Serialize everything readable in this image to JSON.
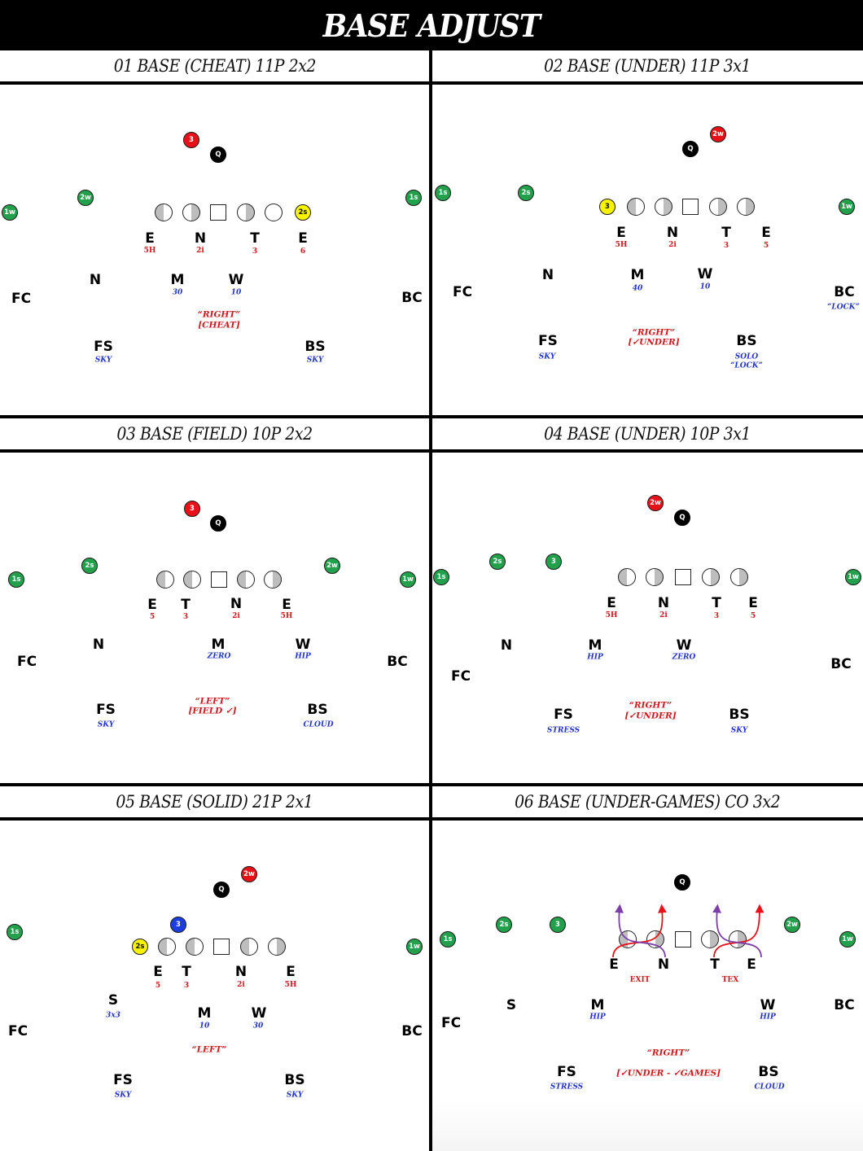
{
  "title": "BASE ADJUST",
  "colors": {
    "offense_receiver": "#22a04b",
    "highlight_red": "#e8111a",
    "highlight_yellow": "#f7f200",
    "highlight_blue": "#1c3ee0",
    "technique_text": "#d0191f",
    "assignment_text": "#2233cc",
    "stunt_purple": "#7b3fa8"
  },
  "panels": [
    {
      "id": "01",
      "header": "01 BASE (CHEAT) 11P 2x2",
      "offense": {
        "receivers": [
          {
            "label": "1w",
            "color": "green"
          },
          {
            "label": "2w",
            "color": "green"
          },
          {
            "label": "2s",
            "color": "yellow"
          },
          {
            "label": "1s",
            "color": "green"
          },
          {
            "label": "3",
            "color": "red"
          },
          {
            "label": "Q",
            "color": "black"
          }
        ]
      },
      "defense": {
        "line": [
          {
            "pos": "E",
            "tech": "5H"
          },
          {
            "pos": "N",
            "tech": "2i"
          },
          {
            "pos": "T",
            "tech": "3"
          },
          {
            "pos": "E",
            "tech": "6"
          }
        ],
        "linebackers": [
          {
            "pos": "N",
            "assignment": ""
          },
          {
            "pos": "M",
            "assignment": "30"
          },
          {
            "pos": "W",
            "assignment": "10"
          }
        ],
        "corners": [
          {
            "pos": "FC",
            "assignment": ""
          },
          {
            "pos": "BC",
            "assignment": ""
          }
        ],
        "safeties": [
          {
            "pos": "FS",
            "assignment": "SKY"
          },
          {
            "pos": "BS",
            "assignment": "SKY"
          }
        ],
        "call": [
          "“RIGHT”",
          "[CHEAT]"
        ]
      }
    },
    {
      "id": "02",
      "header": "02 BASE (UNDER) 11P 3x1",
      "offense": {
        "receivers": [
          {
            "label": "1s",
            "color": "green"
          },
          {
            "label": "2s",
            "color": "green"
          },
          {
            "label": "3",
            "color": "yellow"
          },
          {
            "label": "1w",
            "color": "green"
          },
          {
            "label": "2w",
            "color": "red"
          },
          {
            "label": "Q",
            "color": "black"
          }
        ]
      },
      "defense": {
        "line": [
          {
            "pos": "E",
            "tech": "5H"
          },
          {
            "pos": "N",
            "tech": "2i"
          },
          {
            "pos": "T",
            "tech": "3"
          },
          {
            "pos": "E",
            "tech": "5"
          }
        ],
        "linebackers": [
          {
            "pos": "N",
            "assignment": ""
          },
          {
            "pos": "M",
            "assignment": "40"
          },
          {
            "pos": "W",
            "assignment": "10"
          }
        ],
        "corners": [
          {
            "pos": "FC",
            "assignment": ""
          },
          {
            "pos": "BC",
            "assignment": "“LOCK”"
          }
        ],
        "safeties": [
          {
            "pos": "FS",
            "assignment": "SKY"
          },
          {
            "pos": "BS",
            "assignment": "SOLO",
            "assignment2": "“LOCK”"
          }
        ],
        "call": [
          "“RIGHT”",
          "[✓UNDER]"
        ]
      }
    },
    {
      "id": "03",
      "header": "03 BASE (FIELD) 10P 2x2",
      "offense": {
        "receivers": [
          {
            "label": "1s",
            "color": "green"
          },
          {
            "label": "2s",
            "color": "green"
          },
          {
            "label": "2w",
            "color": "green"
          },
          {
            "label": "1w",
            "color": "green"
          },
          {
            "label": "3",
            "color": "red"
          },
          {
            "label": "Q",
            "color": "black"
          }
        ]
      },
      "defense": {
        "line": [
          {
            "pos": "E",
            "tech": "5"
          },
          {
            "pos": "T",
            "tech": "3"
          },
          {
            "pos": "N",
            "tech": "2i"
          },
          {
            "pos": "E",
            "tech": "5H"
          }
        ],
        "linebackers": [
          {
            "pos": "N",
            "assignment": ""
          },
          {
            "pos": "M",
            "assignment": "ZERO"
          },
          {
            "pos": "W",
            "assignment": "HIP"
          }
        ],
        "corners": [
          {
            "pos": "FC",
            "assignment": ""
          },
          {
            "pos": "BC",
            "assignment": ""
          }
        ],
        "safeties": [
          {
            "pos": "FS",
            "assignment": "SKY"
          },
          {
            "pos": "BS",
            "assignment": "CLOUD"
          }
        ],
        "call": [
          "“LEFT”",
          "[FIELD ✓]"
        ]
      }
    },
    {
      "id": "04",
      "header": "04 BASE (UNDER) 10P 3x1",
      "offense": {
        "receivers": [
          {
            "label": "1s",
            "color": "green"
          },
          {
            "label": "2s",
            "color": "green"
          },
          {
            "label": "3",
            "color": "green"
          },
          {
            "label": "1w",
            "color": "green"
          },
          {
            "label": "2w",
            "color": "red"
          },
          {
            "label": "Q",
            "color": "black"
          }
        ]
      },
      "defense": {
        "line": [
          {
            "pos": "E",
            "tech": "5H"
          },
          {
            "pos": "N",
            "tech": "2i"
          },
          {
            "pos": "T",
            "tech": "3"
          },
          {
            "pos": "E",
            "tech": "5"
          }
        ],
        "linebackers": [
          {
            "pos": "N",
            "assignment": ""
          },
          {
            "pos": "M",
            "assignment": "HIP"
          },
          {
            "pos": "W",
            "assignment": "ZERO"
          }
        ],
        "corners": [
          {
            "pos": "FC",
            "assignment": ""
          },
          {
            "pos": "BC",
            "assignment": ""
          }
        ],
        "safeties": [
          {
            "pos": "FS",
            "assignment": "STRESS"
          },
          {
            "pos": "BS",
            "assignment": "SKY"
          }
        ],
        "call": [
          "“RIGHT”",
          "[✓UNDER]"
        ]
      }
    },
    {
      "id": "05",
      "header": "05 BASE (SOLID) 21P 2x1",
      "offense": {
        "receivers": [
          {
            "label": "1s",
            "color": "green"
          },
          {
            "label": "2s",
            "color": "yellow"
          },
          {
            "label": "3",
            "color": "blue"
          },
          {
            "label": "1w",
            "color": "green"
          },
          {
            "label": "2w",
            "color": "red"
          },
          {
            "label": "Q",
            "color": "black"
          }
        ]
      },
      "defense": {
        "line": [
          {
            "pos": "E",
            "tech": "5"
          },
          {
            "pos": "T",
            "tech": "3"
          },
          {
            "pos": "N",
            "tech": "2i"
          },
          {
            "pos": "E",
            "tech": "5H"
          }
        ],
        "linebackers": [
          {
            "pos": "S",
            "assignment": "3x3"
          },
          {
            "pos": "M",
            "assignment": "10"
          },
          {
            "pos": "W",
            "assignment": "30"
          }
        ],
        "corners": [
          {
            "pos": "FC",
            "assignment": ""
          },
          {
            "pos": "BC",
            "assignment": ""
          }
        ],
        "safeties": [
          {
            "pos": "FS",
            "assignment": "SKY"
          },
          {
            "pos": "BS",
            "assignment": "SKY"
          }
        ],
        "call": [
          "“LEFT”"
        ]
      }
    },
    {
      "id": "06",
      "header": "06 BASE (UNDER-GAMES) CO 3x2",
      "offense": {
        "receivers": [
          {
            "label": "1s",
            "color": "green"
          },
          {
            "label": "2s",
            "color": "green"
          },
          {
            "label": "3",
            "color": "green"
          },
          {
            "label": "2w",
            "color": "green"
          },
          {
            "label": "1w",
            "color": "green"
          },
          {
            "label": "Q",
            "color": "black"
          }
        ]
      },
      "defense": {
        "line": [
          {
            "pos": "E",
            "tech": ""
          },
          {
            "pos": "N",
            "tech": ""
          },
          {
            "pos": "T",
            "tech": ""
          },
          {
            "pos": "E",
            "tech": ""
          }
        ],
        "games": [
          "EXIT",
          "TEX"
        ],
        "linebackers": [
          {
            "pos": "S",
            "assignment": ""
          },
          {
            "pos": "M",
            "assignment": "HIP"
          },
          {
            "pos": "W",
            "assignment": "HIP"
          }
        ],
        "corners": [
          {
            "pos": "FC",
            "assignment": ""
          },
          {
            "pos": "BC",
            "assignment": ""
          }
        ],
        "safeties": [
          {
            "pos": "FS",
            "assignment": "STRESS"
          },
          {
            "pos": "BS",
            "assignment": "CLOUD"
          }
        ],
        "call": [
          "“RIGHT”",
          "[✓UNDER - ✓GAMES]"
        ]
      }
    }
  ]
}
